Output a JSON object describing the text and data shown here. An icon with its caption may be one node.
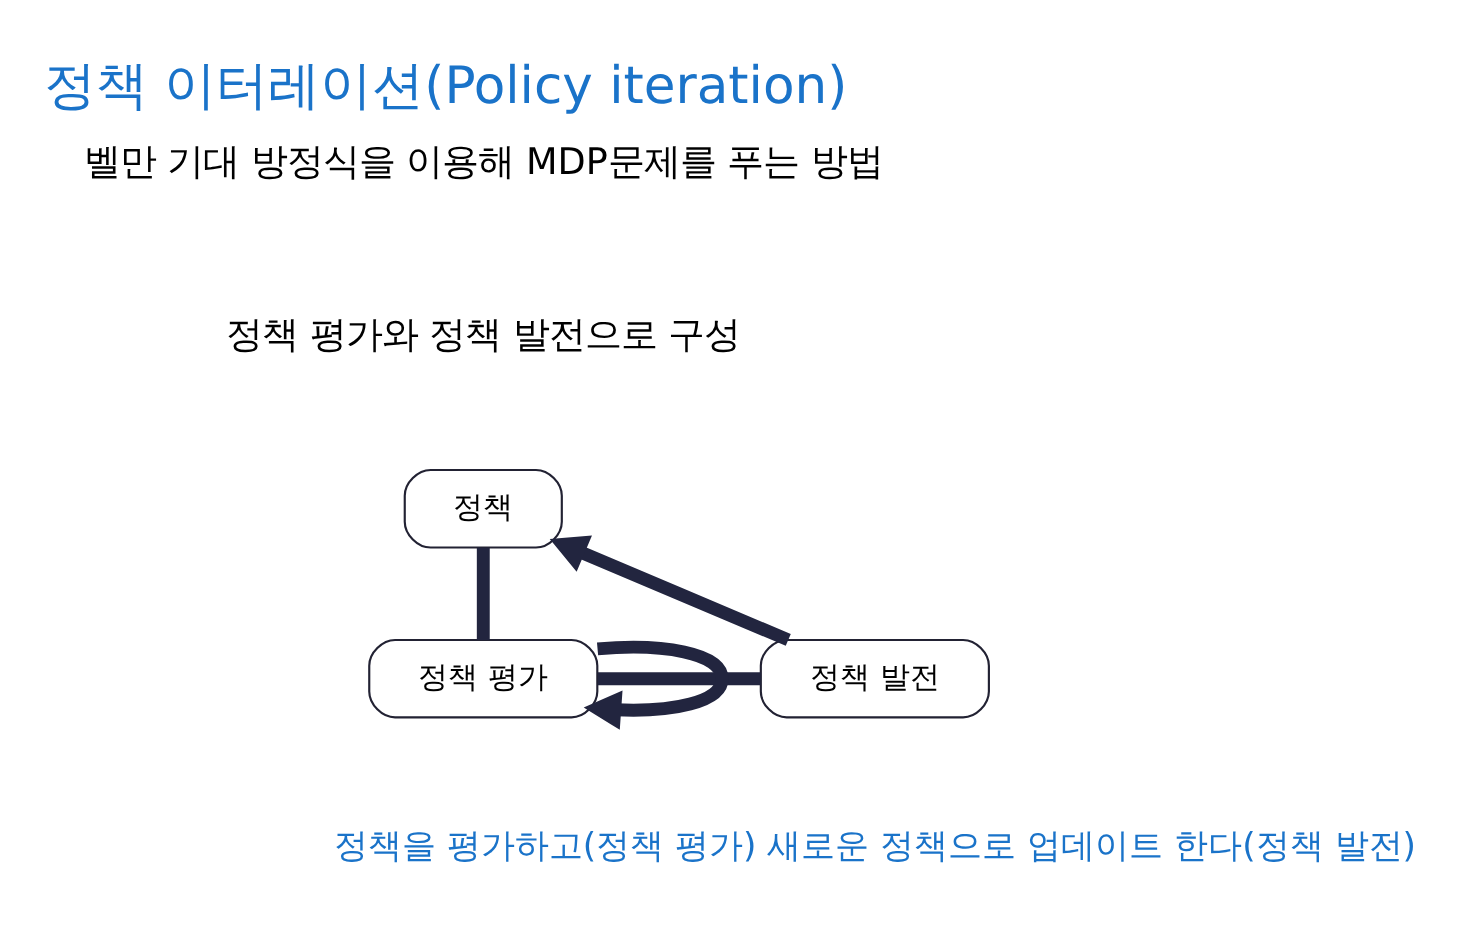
{
  "diagram": {
    "title": "정책 이터레이션(Policy iteration)",
    "caption": "정책을 평가하고(정책 평가) 새로운 정책으로 업데이트 한다(정책 발전)",
    "nodes": [
      {
        "text": [
          "정책"
        ]
      },
      {
        "text": [
          "정책 발전"
        ]
      },
      {
        "text": [
          "정책 평가"
        ]
      }
    ],
    "edges": [
      {
        "from": 0,
        "to": 2,
        "arrow": "none"
      },
      {
        "from": 2,
        "to": 2,
        "arrow": "to"
      },
      {
        "from": 2,
        "to": 1,
        "arrow": "none"
      },
      {
        "from": 1,
        "to": 0,
        "arrow": "to"
      }
    ],
    "labels": [
      "벨만 기대 방정식을 이용해 MDP문제를 푸는 방법",
      "정책 평가와 정책 발전으로 구성"
    ]
  }
}
